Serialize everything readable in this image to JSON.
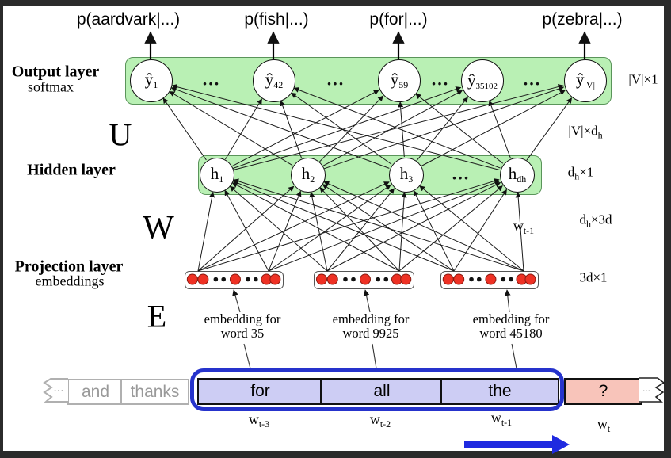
{
  "top_labels": [
    "p(aardvark|...)",
    "p(fish|...)",
    "p(for|...)",
    "p(zebra|...)"
  ],
  "left_labels": {
    "output_title": "Output layer",
    "output_sub": "softmax",
    "hidden_title": "Hidden layer",
    "projection_title": "Projection layer",
    "projection_sub": "embeddings",
    "matrix_U": "U",
    "matrix_W": "W",
    "matrix_E": "E"
  },
  "output_nodes": [
    {
      "pre": "ŷ",
      "sub": "1"
    },
    {
      "pre": "ŷ",
      "sub": "42"
    },
    {
      "pre": "ŷ",
      "sub": "59"
    },
    {
      "pre": "ŷ",
      "sub": "35102"
    },
    {
      "pre": "ŷ",
      "sub": "|V|"
    }
  ],
  "hidden_nodes": [
    {
      "pre": "h",
      "sub": "1"
    },
    {
      "pre": "h",
      "sub": "2"
    },
    {
      "pre": "h",
      "sub": "3"
    },
    {
      "pre": "h",
      "sub": "dh"
    }
  ],
  "ellipsis": "...",
  "dim_labels": {
    "output": {
      "pre": "|V|×1",
      "sub": "",
      "post": ""
    },
    "U": {
      "pre": "|V|×d",
      "sub": "h",
      "post": ""
    },
    "hidden": {
      "pre": "d",
      "sub": "h",
      "post": "×1"
    },
    "W": {
      "pre": "d",
      "sub": "h",
      "post": "×3d"
    },
    "projection": {
      "pre": "3d×1",
      "sub": "",
      "post": ""
    },
    "w_prev": {
      "pre": "w",
      "sub": "t-1",
      "post": ""
    }
  },
  "dot_pattern": [
    "r",
    "r",
    "s",
    "s",
    "r",
    "s",
    "s",
    "r",
    "r"
  ],
  "embedding_captions": [
    {
      "line1": "embedding for",
      "line2": "word 35"
    },
    {
      "line1": "embedding for",
      "line2": "word 9925"
    },
    {
      "line1": "embedding for",
      "line2": "word 45180"
    }
  ],
  "strip": {
    "ghost_cells": [
      "...",
      "and",
      "thanks"
    ],
    "context_cells": [
      "for",
      "all",
      "the"
    ],
    "target_cell": "?",
    "right_ellipsis": "...",
    "labels": [
      {
        "pre": "w",
        "sub": "t-3"
      },
      {
        "pre": "w",
        "sub": "t-2"
      },
      {
        "pre": "w",
        "sub": "t-1"
      },
      {
        "pre": "w",
        "sub": "t"
      }
    ]
  },
  "colors": {
    "layer_green": "#b9f0b4",
    "node_red": "#ee3124",
    "context_purple": "#cdcdf4",
    "target_pink": "#f8c4ba",
    "ring_blue": "#2633cc",
    "arrow_blue": "#1f2ae0",
    "ghost_gray": "#999999",
    "frame_dark": "#2b2b2b"
  }
}
